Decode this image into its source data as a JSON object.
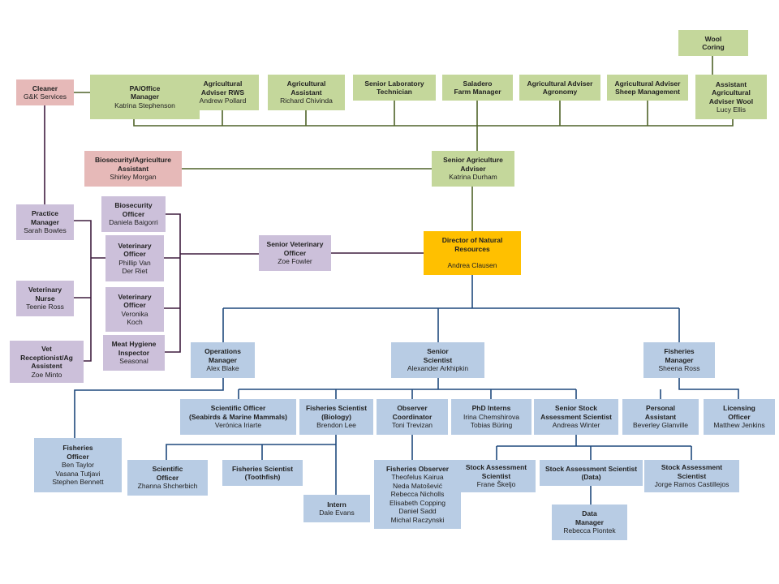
{
  "colors": {
    "agriculture": "#c4d79b",
    "cleaner": "#e6b9b8",
    "veterinary": "#ccc0da",
    "fisheries": "#b8cce4",
    "director": "#ffc000",
    "green_link": "#4f6228",
    "vet_link": "#3f1d3f",
    "fish_link": "#1f497d"
  },
  "boxes": [
    {
      "id": "wool-coring",
      "color": "green",
      "title": "Wool\nCoring",
      "names": ""
    },
    {
      "id": "cleaner",
      "color": "pink",
      "title": "Cleaner",
      "names": "G&K Services"
    },
    {
      "id": "pa-office-manager",
      "color": "green",
      "title": "PA/Office\nManager",
      "names": "Katrina Stephenson"
    },
    {
      "id": "agri-adviser-rws",
      "color": "green",
      "title": "Agricultural\nAdviser RWS",
      "names": "Andrew Pollard"
    },
    {
      "id": "agri-assistant",
      "color": "green",
      "title": "Agricultural\nAssistant",
      "names": "Richard Chivinda"
    },
    {
      "id": "senior-lab-technician",
      "color": "green",
      "title": "Senior Laboratory\nTechnician",
      "names": ""
    },
    {
      "id": "saladero-farm-manager",
      "color": "green",
      "title": "Saladero\nFarm Manager",
      "names": ""
    },
    {
      "id": "agri-adviser-agronomy",
      "color": "green",
      "title": "Agricultural Adviser\nAgronomy",
      "names": ""
    },
    {
      "id": "agri-adviser-sheep",
      "color": "green",
      "title": "Agricultural Adviser\nSheep Management",
      "names": ""
    },
    {
      "id": "asst-agri-adviser-wool",
      "color": "green",
      "title": "Assistant\nAgricultural\nAdviser Wool",
      "names": "Lucy Ellis"
    },
    {
      "id": "biosecurity-agri-assistant",
      "color": "pink",
      "title": "Biosecurity/Agriculture\nAssistant",
      "names": "Shirley Morgan"
    },
    {
      "id": "senior-agri-adviser",
      "color": "green",
      "title": "Senior Agriculture\nAdviser",
      "names": "Katrina Durham"
    },
    {
      "id": "practice-manager",
      "color": "lav",
      "title": "Practice\nManager",
      "names": "Sarah Bowles"
    },
    {
      "id": "biosecurity-officer",
      "color": "lav",
      "title": "Biosecurity\nOfficer",
      "names": "Daniela Baigorri"
    },
    {
      "id": "vet-officer-1",
      "color": "lav",
      "title": "Veterinary\nOfficer",
      "names": "Phillip Van\nDer Riet"
    },
    {
      "id": "senior-vet-officer",
      "color": "lav",
      "title": "Senior Veterinary\nOfficer",
      "names": "Zoe Fowler"
    },
    {
      "id": "director",
      "color": "gold",
      "title": "Director of Natural\nResources",
      "names": "Andrea Clausen"
    },
    {
      "id": "vet-nurse",
      "color": "lav",
      "title": "Veterinary\nNurse",
      "names": "Teenie Ross"
    },
    {
      "id": "vet-officer-2",
      "color": "lav",
      "title": "Veterinary\nOfficer",
      "names": "Veronika\nKoch"
    },
    {
      "id": "vet-receptionist",
      "color": "lav",
      "title": "Vet\nReceptionist/Ag\nAssistent",
      "names": "Zoe Minto"
    },
    {
      "id": "meat-hygiene-inspector",
      "color": "lav",
      "title": "Meat Hygiene\nInspector",
      "names": "Seasonal"
    },
    {
      "id": "operations-manager",
      "color": "blue",
      "title": "Operations\nManager",
      "names": "Alex Blake"
    },
    {
      "id": "senior-scientist",
      "color": "blue",
      "title": "Senior\nScientist",
      "names": "Alexander Arkhipkin"
    },
    {
      "id": "fisheries-manager",
      "color": "blue",
      "title": "Fisheries\nManager",
      "names": "Sheena Ross"
    },
    {
      "id": "scientific-officer-seabirds",
      "color": "blue",
      "title": "Scientific Officer\n(Seabirds & Marine Mammals)",
      "names": "Verónica Iriarte"
    },
    {
      "id": "fisheries-scientist-biology",
      "color": "blue",
      "title": "Fisheries Scientist\n(Biology)",
      "names": "Brendon Lee"
    },
    {
      "id": "observer-coordinator",
      "color": "blue",
      "title": "Observer\nCoordinator",
      "names": "Toni Trevizan"
    },
    {
      "id": "phd-interns",
      "color": "blue",
      "title": "PhD Interns",
      "names": "Irina Chemshirova\nTobias Büring"
    },
    {
      "id": "senior-stock-assessment-scientist",
      "color": "blue",
      "title": "Senior Stock\nAssessment Scientist",
      "names": "Andreas Winter"
    },
    {
      "id": "personal-assistant",
      "color": "blue",
      "title": "Personal\nAssistant",
      "names": "Beverley Glanville"
    },
    {
      "id": "licensing-officer",
      "color": "blue",
      "title": "Licensing\nOfficer",
      "names": "Matthew Jenkins"
    },
    {
      "id": "fisheries-officer",
      "color": "blue",
      "title": "Fisheries\nOfficer",
      "names": "Ben Taylor\nVasana Tutjavi\nStephen Bennett"
    },
    {
      "id": "scientific-officer",
      "color": "blue",
      "title": "Scientific\nOfficer",
      "names": "Zhanna Shcherbich"
    },
    {
      "id": "fisheries-scientist-toothfish",
      "color": "blue",
      "title": "Fisheries Scientist\n(Toothfish)",
      "names": ""
    },
    {
      "id": "intern",
      "color": "blue",
      "title": "Intern",
      "names": "Dale Evans"
    },
    {
      "id": "fisheries-observer",
      "color": "blue",
      "title": "Fisheries Observer",
      "names": "Theofelus Kairua\nNeda Matošević\nRebecca Nicholls\nElisabeth Copping\nDaniel Sadd\nMichal Raczynski"
    },
    {
      "id": "stock-assessment-scientist-1",
      "color": "blue",
      "title": "Stock Assessment\nScientist",
      "names": "Frane Škeljo"
    },
    {
      "id": "stock-assessment-scientist-data",
      "color": "blue",
      "title": "Stock Assessment Scientist\n(Data)",
      "names": ""
    },
    {
      "id": "stock-assessment-scientist-2",
      "color": "blue",
      "title": "Stock Assessment\nScientist",
      "names": "Jorge Ramos Castillejos"
    },
    {
      "id": "data-manager",
      "color": "blue",
      "title": "Data\nManager",
      "names": "Rebecca Piontek"
    }
  ]
}
